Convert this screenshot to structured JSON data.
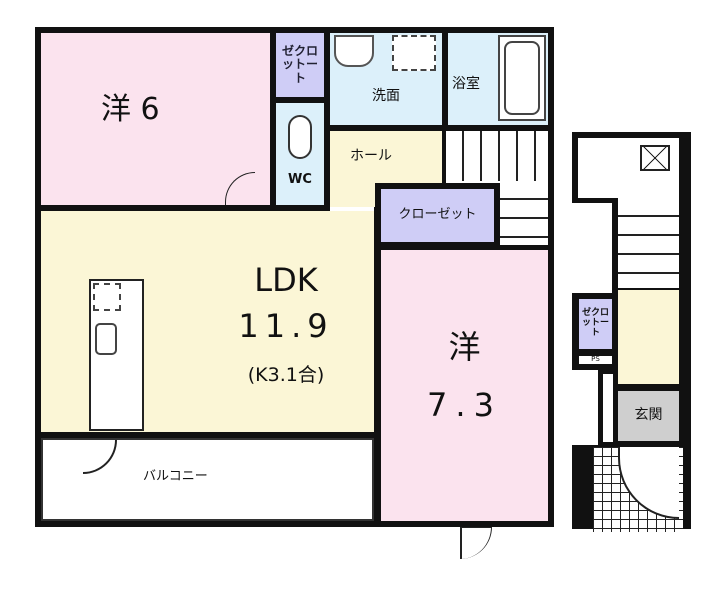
{
  "rooms": {
    "western_6": {
      "name": "洋",
      "size": "6"
    },
    "closet_small": {
      "label": "ゼクロ\nットー\nト"
    },
    "wc": {
      "label": "WC"
    },
    "washroom": {
      "label": "洗面"
    },
    "bathroom": {
      "label": "浴室"
    },
    "hall": {
      "label": "ホール"
    },
    "closet": {
      "label": "クローゼット"
    },
    "ldk": {
      "name": "LDK",
      "size": "11.9",
      "kitchen_note": "(K3.1合)"
    },
    "western_73": {
      "name": "洋",
      "size": "7.3"
    },
    "balcony": {
      "label": "バルコニー"
    },
    "closet_lower": {
      "label": "ゼクロ\nットー\nト"
    },
    "ps": {
      "label": "PS"
    },
    "entrance": {
      "label": "玄関"
    }
  },
  "colors": {
    "bedroom": "#fbe3ee",
    "living": "#fbf6d6",
    "wet": "#dcf0fa",
    "closet": "#cfcdf6",
    "entrance": "#cfcfcf",
    "wall": "#111111"
  }
}
